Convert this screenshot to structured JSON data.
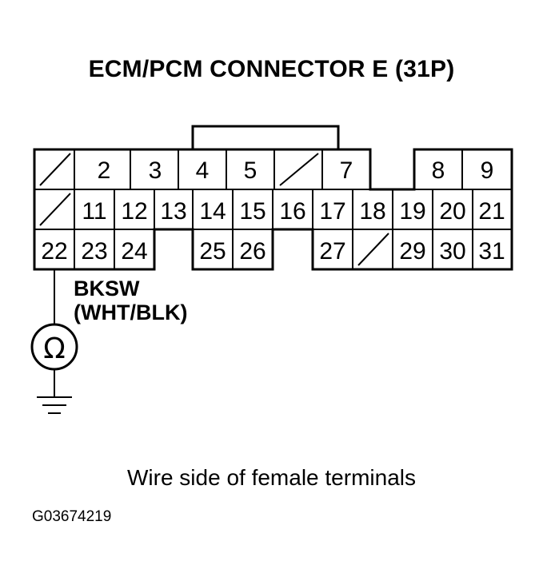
{
  "title": "ECM/PCM CONNECTOR E (31P)",
  "wire": {
    "name": "BKSW",
    "color": "(WHT/BLK)"
  },
  "meter_symbol": "Ω",
  "caption": "Wire side of female terminals",
  "figure_id": "G03674219",
  "terminals": {
    "t2": "2",
    "t3": "3",
    "t4": "4",
    "t5": "5",
    "t7": "7",
    "t8": "8",
    "t9": "9",
    "t11": "11",
    "t12": "12",
    "t13": "13",
    "t14": "14",
    "t15": "15",
    "t16": "16",
    "t17": "17",
    "t18": "18",
    "t19": "19",
    "t20": "20",
    "t21": "21",
    "t22": "22",
    "t23": "23",
    "t24": "24",
    "t25": "25",
    "t26": "26",
    "t27": "27",
    "t29": "29",
    "t30": "30",
    "t31": "31"
  }
}
